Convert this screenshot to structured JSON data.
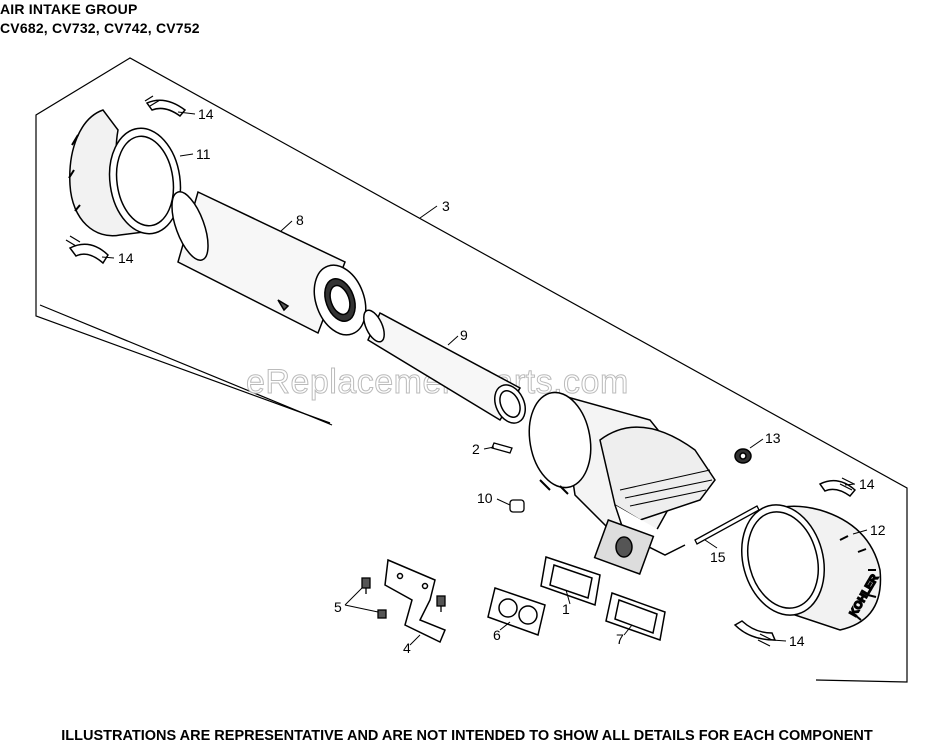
{
  "header": {
    "title": "AIR INTAKE GROUP",
    "models": "CV682, CV732, CV742, CV752"
  },
  "watermark": "eReplacementParts.com",
  "footer": "ILLUSTRATIONS ARE REPRESENTATIVE AND ARE NOT INTENDED TO SHOW ALL DETAILS FOR EACH COMPONENT",
  "brand_text": "KOHLER",
  "callouts": {
    "c14a": "14",
    "c11": "11",
    "c8": "8",
    "c3": "3",
    "c14b": "14",
    "c9": "9",
    "c13": "13",
    "c2": "2",
    "c10": "10",
    "c14c": "14",
    "c12": "12",
    "c15": "15",
    "c5": "5",
    "c1": "1",
    "c6": "6",
    "c7": "7",
    "c4": "4",
    "c14d": "14"
  }
}
